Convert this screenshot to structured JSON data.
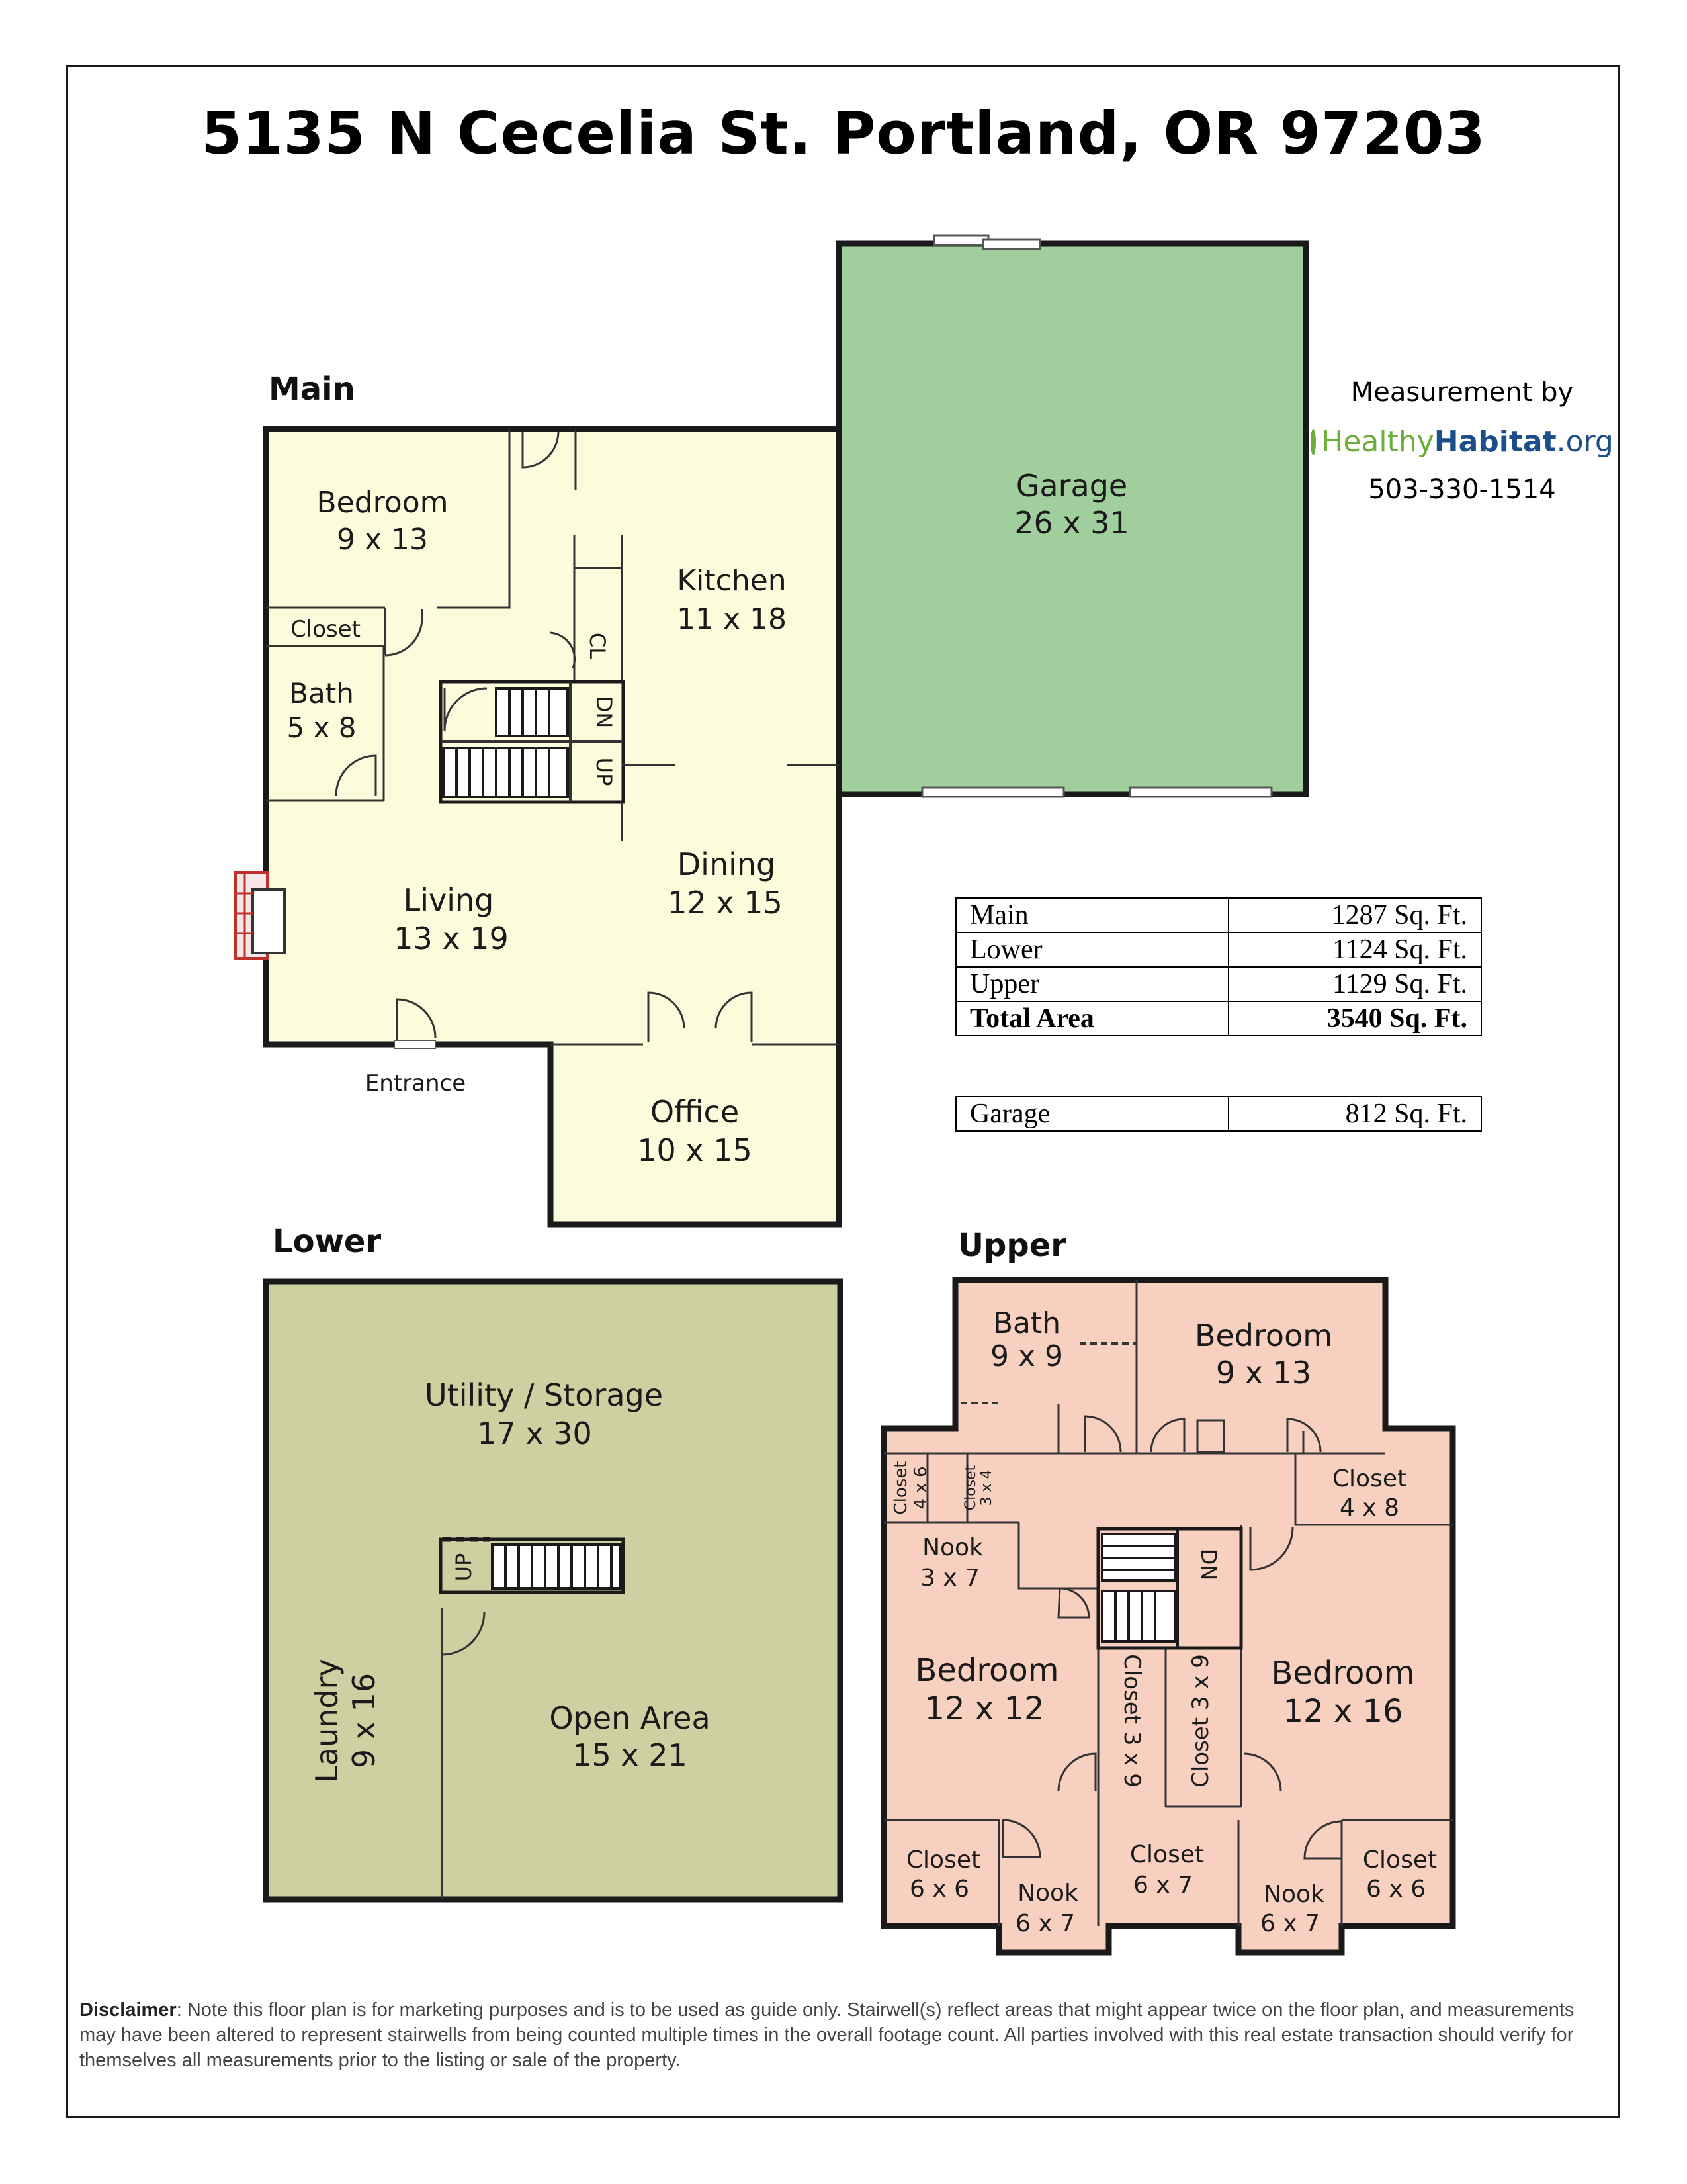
{
  "title": "5135 N Cecelia St. Portland, OR 97203",
  "measurement": {
    "by": "Measurement by",
    "logo_text_1": "Healthy",
    "logo_text_2": "Habitat",
    "logo_text_3": ".org",
    "phone": "503-330-1514"
  },
  "floors": {
    "main": "Main",
    "lower": "Lower",
    "upper": "Upper"
  },
  "rooms": {
    "garage": {
      "name": "Garage",
      "dims": "26 x 31"
    },
    "main_bedroom": {
      "name": "Bedroom",
      "dims": "9 x 13"
    },
    "kitchen": {
      "name": "Kitchen",
      "dims": "11 x 18"
    },
    "main_closet": {
      "name": "Closet"
    },
    "main_cl": "CL",
    "main_bath": {
      "name": "Bath",
      "dims": "5 x 8"
    },
    "main_dn": "DN",
    "main_up": "UP",
    "living": {
      "name": "Living",
      "dims": "13 x 19"
    },
    "dining": {
      "name": "Dining",
      "dims": "12 x 15"
    },
    "entrance": "Entrance",
    "office": {
      "name": "Office",
      "dims": "10 x 15"
    },
    "utility": {
      "name": "Utility / Storage",
      "dims": "17 x 30"
    },
    "lower_up": "UP",
    "laundry": {
      "name": "Laundry",
      "dims": "9 x 16"
    },
    "open_area": {
      "name": "Open Area",
      "dims": "15 x 21"
    },
    "up_bath": {
      "name": "Bath",
      "dims": "9 x 9"
    },
    "up_bedroom_top": {
      "name": "Bedroom",
      "dims": "9 x 13"
    },
    "up_closet_4x6": {
      "name": "Closet",
      "dims": "4 x 6"
    },
    "up_closet_3x4": {
      "name": "Closet",
      "dims": "3 x 4"
    },
    "up_closet_4x8": {
      "name": "Closet",
      "dims": "4 x 8"
    },
    "up_nook_3x7": {
      "name": "Nook",
      "dims": "3 x 7"
    },
    "up_dn": "DN",
    "up_bedroom_left": {
      "name": "Bedroom",
      "dims": "12 x 12"
    },
    "up_closet_3x9_a": "Closet 3 x 9",
    "up_closet_3x9_b": "Closet 3 x 9",
    "up_bedroom_right": {
      "name": "Bedroom",
      "dims": "12 x 16"
    },
    "up_closet_6x6_left": {
      "name": "Closet",
      "dims": "6 x 6"
    },
    "up_nook_6x7_left": {
      "name": "Nook",
      "dims": "6 x 7"
    },
    "up_closet_6x7": {
      "name": "Closet",
      "dims": "6 x 7"
    },
    "up_nook_6x7_right": {
      "name": "Nook",
      "dims": "6 x 7"
    },
    "up_closet_6x6_right": {
      "name": "Closet",
      "dims": "6 x 6"
    }
  },
  "area_table": {
    "rows": [
      {
        "name": "Main",
        "value": "1287 Sq. Ft."
      },
      {
        "name": "Lower",
        "value": "1124 Sq. Ft."
      },
      {
        "name": "Upper",
        "value": "1129 Sq. Ft."
      }
    ],
    "total": {
      "name": "Total Area",
      "value": "3540 Sq. Ft."
    },
    "garage": {
      "name": "Garage",
      "value": "812 Sq. Ft."
    }
  },
  "disclaimer": {
    "label": "Disclaimer",
    "text": ": Note this floor plan is for marketing purposes and is to be used as guide only.  Stairwell(s) reflect areas that might appear twice on the floor plan, and measurements may have been altered to represent stairwells from being counted multiple times in the overall footage count.  All parties involved with this real estate transaction should verify for themselves all measurements prior to the listing or sale of the property."
  },
  "colors": {
    "main_fill": "#fcfcdc",
    "garage_fill": "#a0ce9d",
    "lower_fill": "#cfd0a2",
    "upper_fill": "#f8d0c0",
    "wall": "#1a1a1a"
  }
}
